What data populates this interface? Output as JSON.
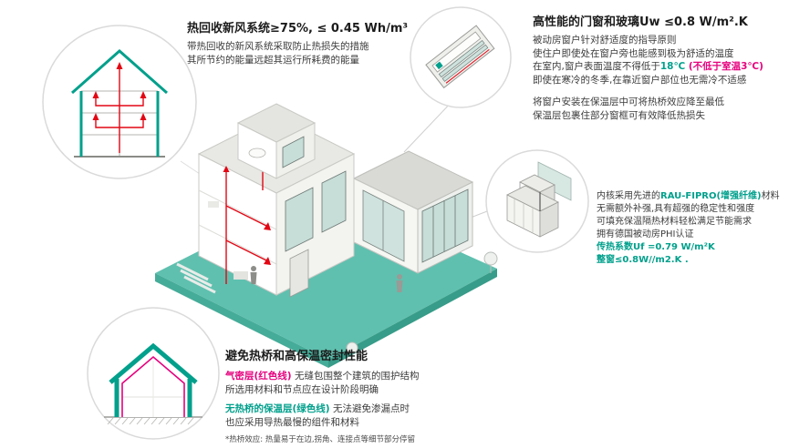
{
  "colors": {
    "teal": "#00A08C",
    "pink": "#E6007E",
    "duct_red": "#E30613",
    "ground": "#5FC0AF"
  },
  "ventilation": {
    "title": "热回收新风系统≥75%, ≤ 0.45 Wh/m³",
    "line1": "带热回收的新风系统采取防止热损失的措施",
    "line2": "其所节约的能量远超其运行所耗费的能量"
  },
  "windows": {
    "title": "高性能的门窗和玻璃Uw ≤0.8 W/m².K",
    "line1": "被动房窗户针对舒适度的指导原则",
    "line2": "使住户即使处在窗户旁也能感到极为舒适的温度",
    "line3_black": "在室内,窗户表面温度不得低于",
    "line3_green": "18℃",
    "line3_pink": " (不低于室温3℃)",
    "line4": "即使在寒冷的冬季,在靠近窗户部位也无需冷不适感",
    "line5": "将窗户安装在保温层中可将热桥效应降至最低",
    "line6": "保温层包裹住部分窗框可有效降低热损失"
  },
  "profile": {
    "line1_pre": "内核采用先进的",
    "line1_green": "RAU-FIPRO(增强纤维)",
    "line1_post": "材料",
    "line2": "无需额外补强,具有超强的稳定性和强度",
    "line3": "可填充保温隔热材料轻松满足节能需求",
    "line4": "拥有德国被动房PHI认证",
    "line5": "传热系数Uf =0.79 W/m²K",
    "line6": "整窗≤0.8W//m2.K ."
  },
  "thermal": {
    "title": "避免热桥和高保温密封性能",
    "p1_lead": "气密层(红色线)",
    "p1_rest": " 无缝包围整个建筑的围护结构",
    "p1_line2": "所选用材料和节点应在设计阶段明确",
    "p2_lead": "无热桥的保温层(绿色线)",
    "p2_rest": " 无法避免渗漏点时",
    "p2_line2": "也应采用导热最慢的组件和材料",
    "note": "*热桥效应: 热量易于在边,拐角、连接点等细节部分停留"
  }
}
